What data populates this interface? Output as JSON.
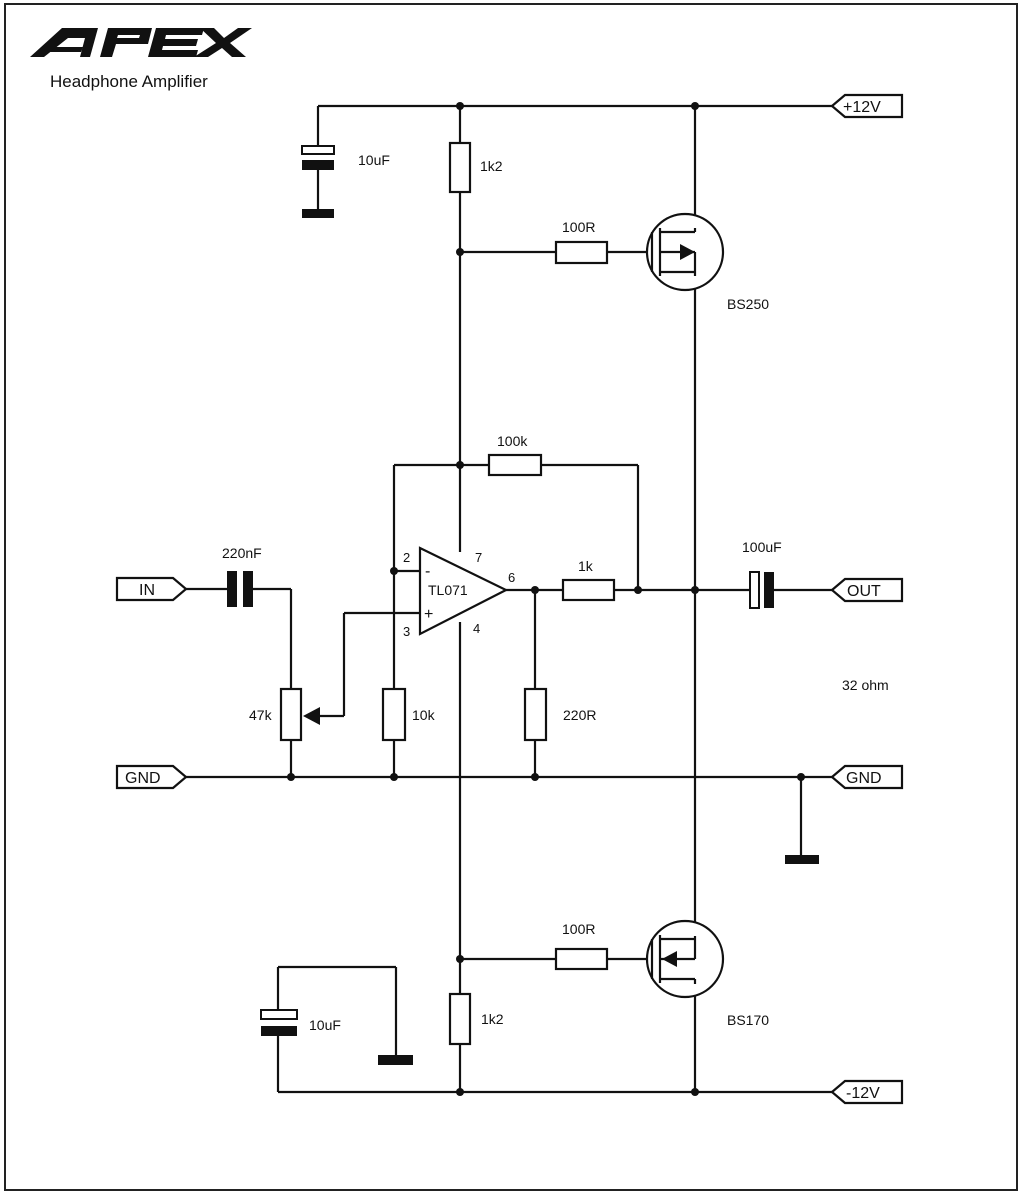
{
  "header": {
    "logo_text": "APEX",
    "subtitle": "Headphone Amplifier"
  },
  "ports": {
    "vpos": "+12V",
    "vneg": "-12V",
    "in": "IN",
    "out": "OUT",
    "gnd_left": "GND",
    "gnd_right": "GND"
  },
  "components": {
    "c_top": "10uF",
    "r_top": "1k2",
    "r_gate_top": "100R",
    "q_top": "BS250",
    "r_feedback": "100k",
    "c_in": "220nF",
    "opamp": "TL071",
    "r_out": "1k",
    "c_out": "100uF",
    "load": "32 ohm",
    "pot": "47k",
    "r_10k": "10k",
    "r_220": "220R",
    "r_gate_bot": "100R",
    "q_bot": "BS170",
    "c_bot": "10uF",
    "r_bot": "1k2"
  },
  "opamp_pins": {
    "p2": "2",
    "p3": "3",
    "p4": "4",
    "p6": "6",
    "p7": "7",
    "minus": "-",
    "plus": "+"
  }
}
